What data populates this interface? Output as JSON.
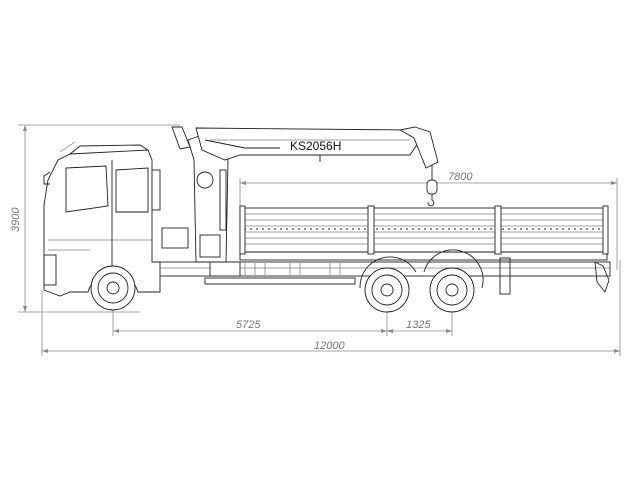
{
  "drawing": {
    "crane_model": "KS2056H",
    "dimensions": {
      "height": "3900",
      "platform_length": "7800",
      "wheelbase": "5725",
      "tandem_spacing": "1325",
      "overall_length": "12000"
    },
    "line_color": "#222222",
    "dimension_color": "#8a8a8a"
  }
}
